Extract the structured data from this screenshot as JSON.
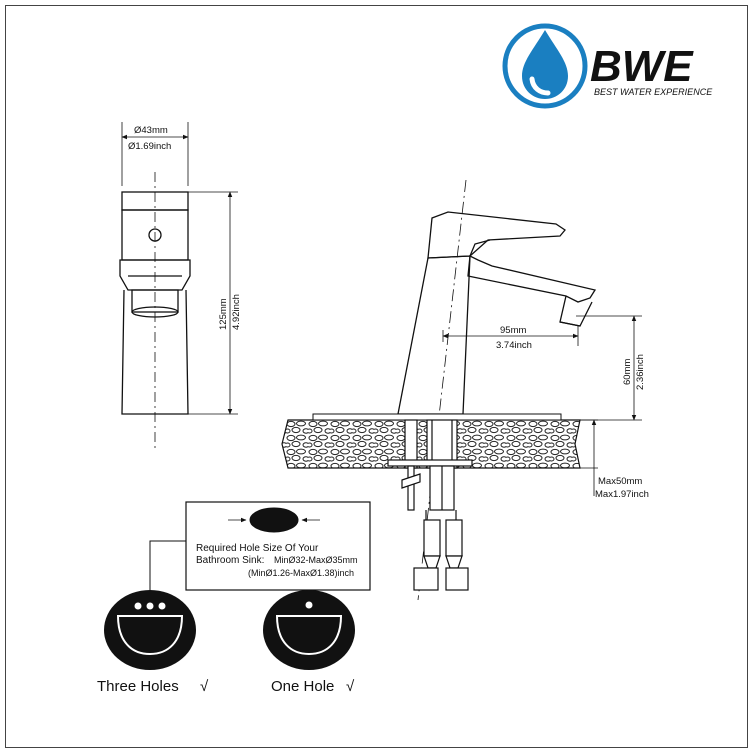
{
  "brand": {
    "name": "BWE",
    "tagline": "BEST WATER EXPERIENCE",
    "logo_icon": "water-drop-icon",
    "accent_color": "#1a7fc1"
  },
  "dimensions": {
    "diameter_mm": "Ø43mm",
    "diameter_inch": "Ø1.69inch",
    "height_mm": "125mm",
    "height_inch": "4.92inch",
    "spout_reach_mm": "95mm",
    "spout_reach_inch": "3.74inch",
    "spout_height_mm": "60mm",
    "spout_height_inch": "2.36inch",
    "deck_max_mm": "Max50mm",
    "deck_max_inch": "Max1.97inch"
  },
  "hole_note": {
    "line1": "Required Hole Size Of Your",
    "line2_prefix": "Bathroom Sink:",
    "line2_value": "MinØ32-MaxØ35mm",
    "line3": "(MinØ1.26-MaxØ1.38)inch"
  },
  "sinks": [
    {
      "label": "Three Holes",
      "check": "√"
    },
    {
      "label": "One Hole",
      "check": "√"
    }
  ]
}
